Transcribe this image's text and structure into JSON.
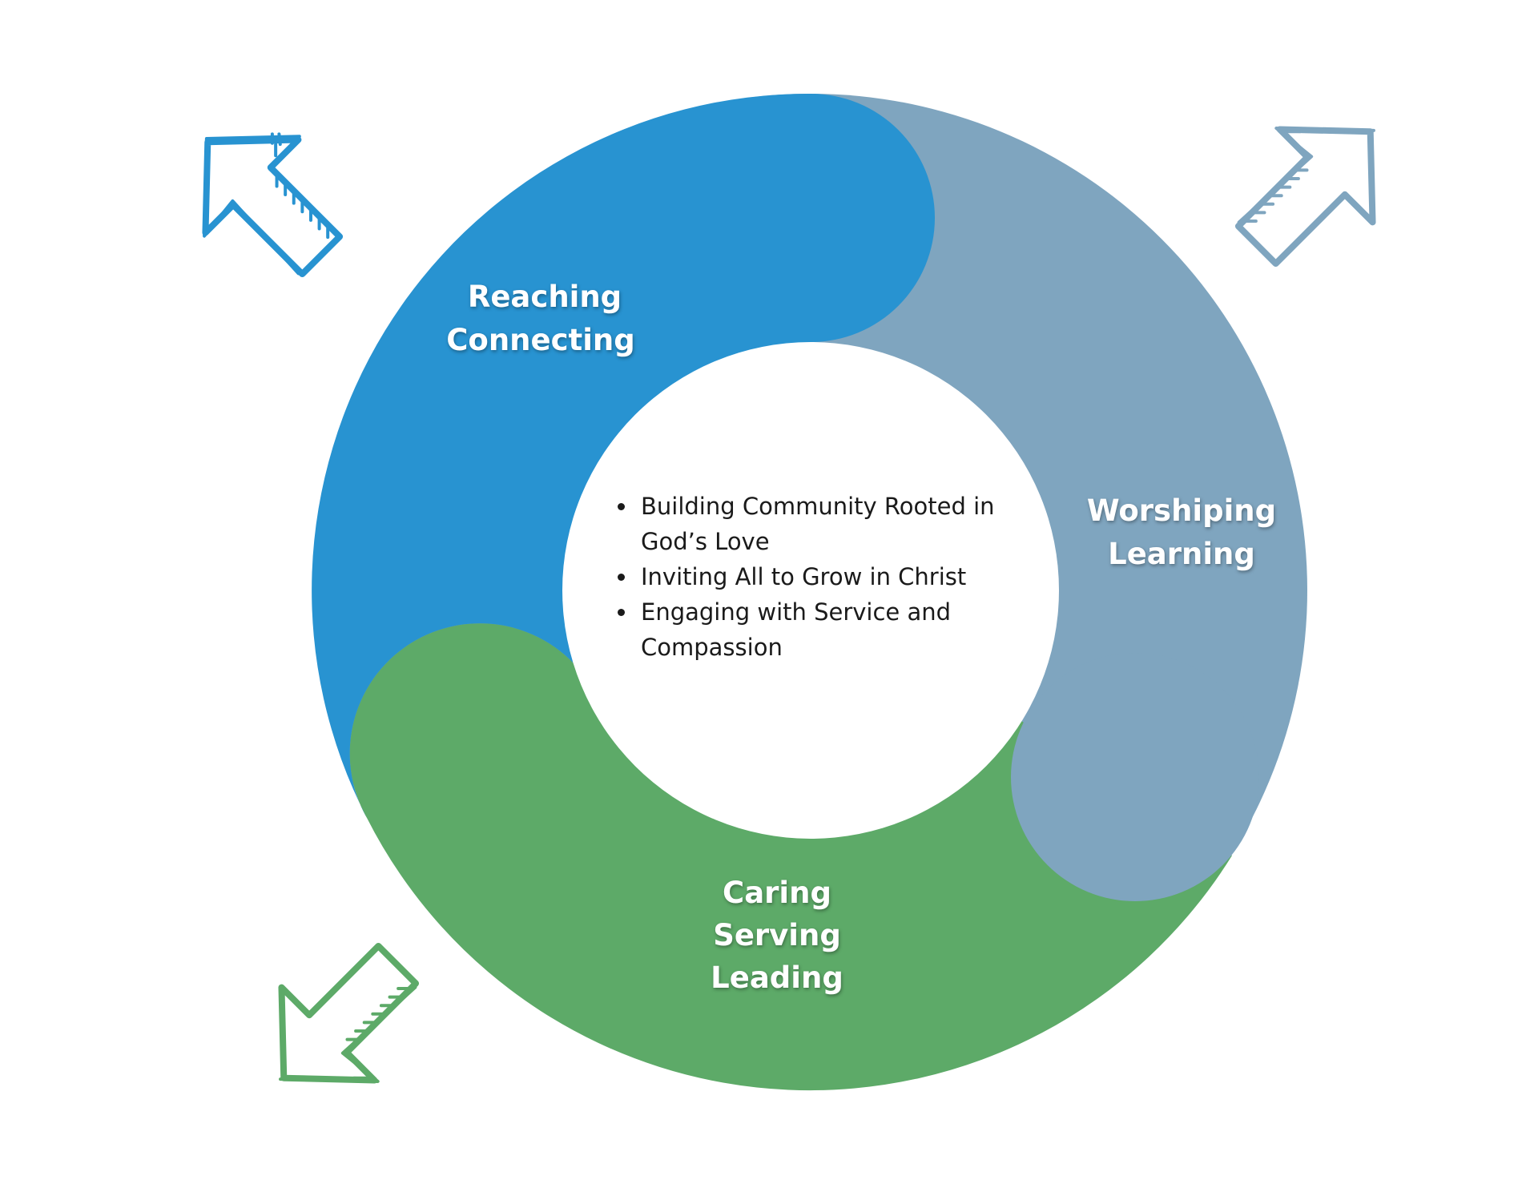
{
  "segments": [
    {
      "id": "reaching",
      "lines": [
        "Reaching",
        "Connecting"
      ],
      "color": "#2893d1"
    },
    {
      "id": "worshiping",
      "lines": [
        "Worshiping",
        "Learning"
      ],
      "color": "#7fa5bf"
    },
    {
      "id": "caring",
      "lines": [
        "Caring",
        "Serving",
        "Leading"
      ],
      "color": "#5daa68"
    }
  ],
  "center_items": [
    "Building Community Rooted in God’s Love",
    "Inviting All to Grow in Christ",
    "Engaging with Service and Compassion"
  ],
  "arrows": [
    {
      "id": "arrow-up-left",
      "direction": "up-left",
      "color": "#2893d1"
    },
    {
      "id": "arrow-up-right",
      "direction": "up-right",
      "color": "#7fa5bf"
    },
    {
      "id": "arrow-down-left",
      "direction": "down-left",
      "color": "#5daa68"
    }
  ]
}
